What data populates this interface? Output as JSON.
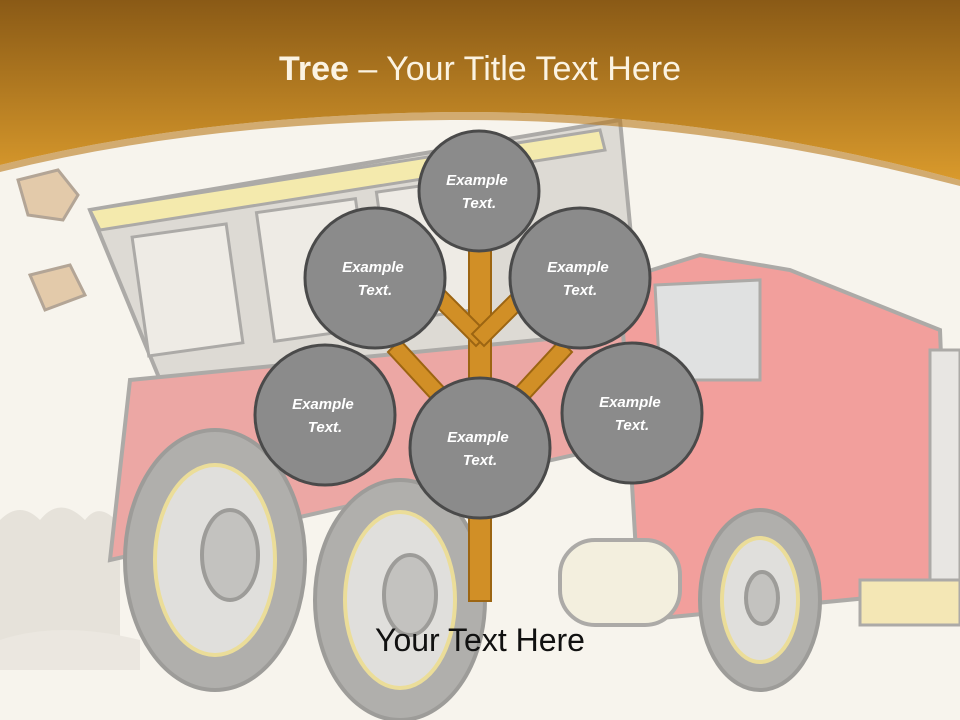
{
  "slide": {
    "title_bold": "Tree",
    "title_separator": " – ",
    "title_rest": "Your Title Text Here",
    "footer_text": "Your Text Here"
  },
  "diagram": {
    "nodes": [
      {
        "id": "top",
        "line1": "Example",
        "line2": "Text."
      },
      {
        "id": "upper-left",
        "line1": "Example",
        "line2": "Text."
      },
      {
        "id": "upper-right",
        "line1": "Example",
        "line2": "Text."
      },
      {
        "id": "lower-left",
        "line1": "Example",
        "line2": "Text."
      },
      {
        "id": "center",
        "line1": "Example",
        "line2": "Text."
      },
      {
        "id": "lower-right",
        "line1": "Example",
        "line2": "Text."
      }
    ]
  },
  "colors": {
    "header_top": "#8a5a16",
    "header_bottom": "#d69426",
    "trunk": "#d18f26",
    "trunk_outline": "#9c6512",
    "node_fill": "#8b8b8b",
    "node_stroke": "#4a4a4a",
    "node_text": "#ffffff"
  }
}
